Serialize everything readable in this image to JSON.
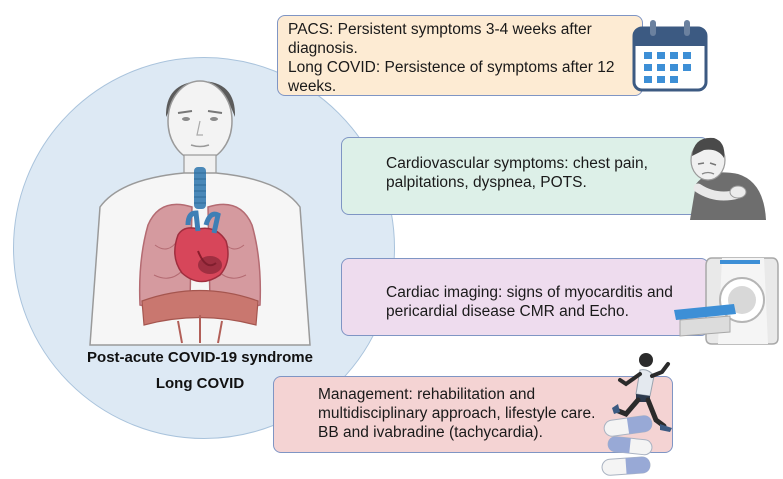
{
  "circle_labels": {
    "line1": "Post-acute COVID-19 syndrome",
    "line2": "Long COVID"
  },
  "boxes": {
    "definitions": {
      "line1": "PACS: Persistent symptoms 3-4 weeks after diagnosis.",
      "line2": "Long COVID: Persistence of symptoms after 12 weeks."
    },
    "cardiovascular": {
      "text": "Cardiovascular symptoms: chest pain, palpitations, dyspnea, POTS."
    },
    "imaging": {
      "text": "Cardiac imaging: signs of myocarditis and pericardial disease CMR and Echo."
    },
    "management": {
      "line1": "Management: rehabilitation and multidisciplinary approach, lifestyle care.",
      "line2": "BB and ivabradine (tachycardia)."
    }
  },
  "colors": {
    "circle_fill": "#dde9f4",
    "definitions_fill": "#fdebd3",
    "cardiovascular_fill": "#ddf0e8",
    "imaging_fill": "#eedcee",
    "management_fill": "#f4d3d3",
    "box_border": "#7f95c4"
  },
  "icons": [
    "human-torso-illustration",
    "calendar-icon",
    "chest-pain-person-icon",
    "mri-scanner-icon",
    "runner-icon",
    "pill-capsules-icon"
  ]
}
